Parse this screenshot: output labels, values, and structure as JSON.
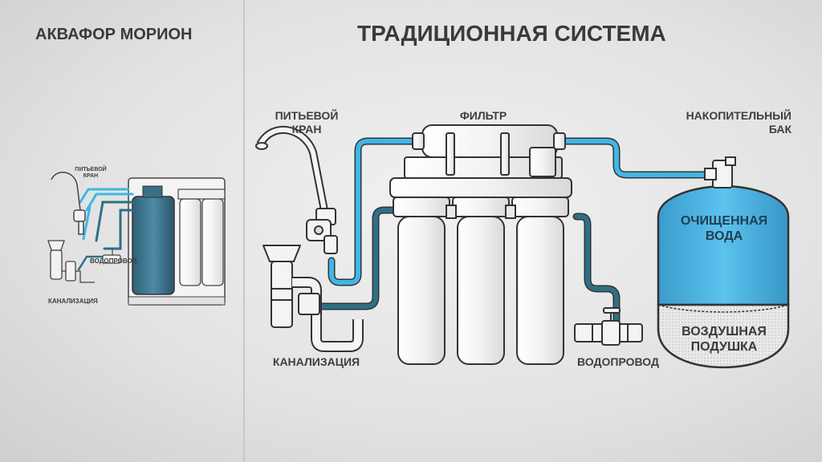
{
  "left_panel": {
    "title": "АКВАФОР МОРИОН",
    "labels": {
      "drinking_tap": "ПИТЬЕВОЙ КРАН",
      "water_supply": "ВОДОПРОВОД",
      "sewer": "КАНАЛИЗАЦИЯ"
    }
  },
  "right_panel": {
    "title": "ТРАДИЦИОННАЯ СИСТЕМА",
    "labels": {
      "drinking_tap_line1": "ПИТЬЕВОЙ",
      "drinking_tap_line2": "КРАН",
      "filter": "ФИЛЬТР",
      "storage_tank_line1": "НАКОПИТЕЛЬНЫЙ",
      "storage_tank_line2": "БАК",
      "sewer": "КАНАЛИЗАЦИЯ",
      "water_supply": "ВОДОПРОВОД"
    },
    "tank": {
      "purified_line1": "ОЧИЩЕННАЯ",
      "purified_line2": "ВОДА",
      "air_line1": "ВОЗДУШНАЯ",
      "air_line2": "ПОДУШКА"
    }
  },
  "colors": {
    "clean_water": "#3fb6e8",
    "supply_water": "#2f6f86",
    "tank_water": "#4db6e3",
    "outline": "#333333",
    "background": "#e6e6e6"
  }
}
